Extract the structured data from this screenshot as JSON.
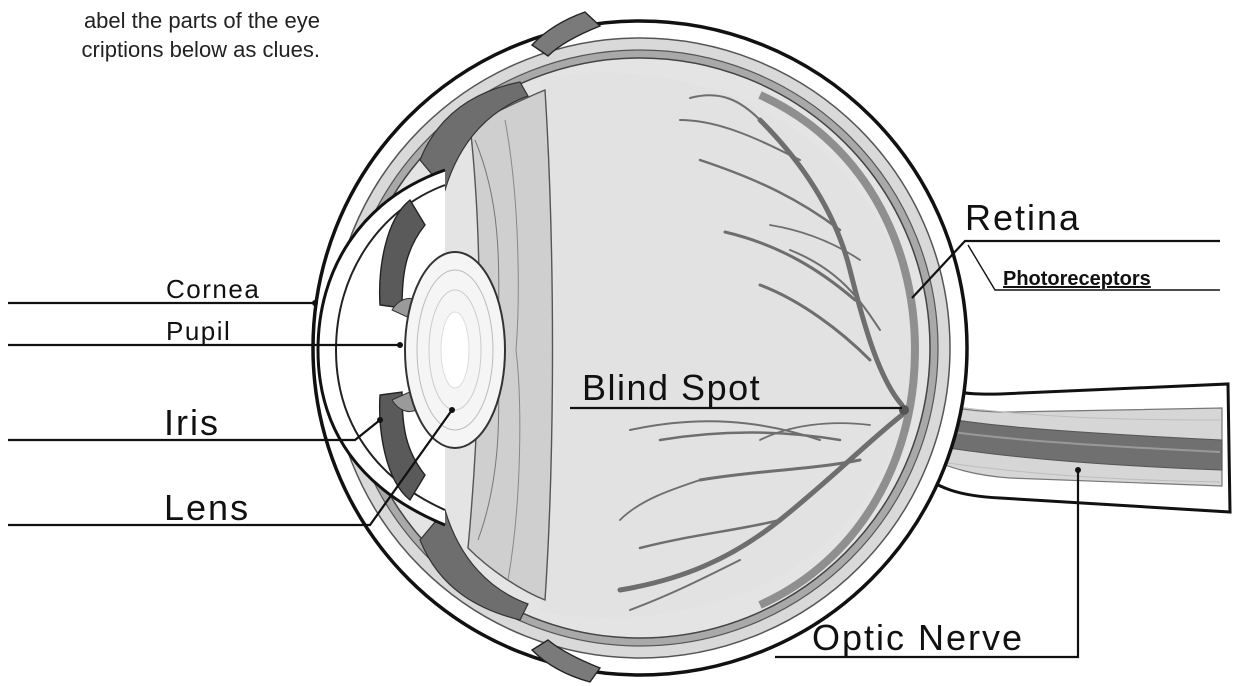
{
  "instructions": {
    "line1": "abel the parts of the eye",
    "line2": "criptions below as clues."
  },
  "labels": {
    "cornea": "Cornea",
    "pupil": "Pupil",
    "iris": "Iris",
    "lens": "Lens",
    "retina": "Retina",
    "photoreceptors": "Photoreceptors",
    "blind_spot": "Blind Spot",
    "optic_nerve": "Optic Nerve"
  },
  "colors": {
    "outline": "#111111",
    "sclera": "#ffffff",
    "vitreous": "#e3e3e3",
    "layer_gray": "#bdbdbd",
    "retina_gray": "#8f8f8f",
    "vessel": "#6e6e6e",
    "iris_dark": "#5a5a5a",
    "lens_light": "#f4f4f4"
  }
}
